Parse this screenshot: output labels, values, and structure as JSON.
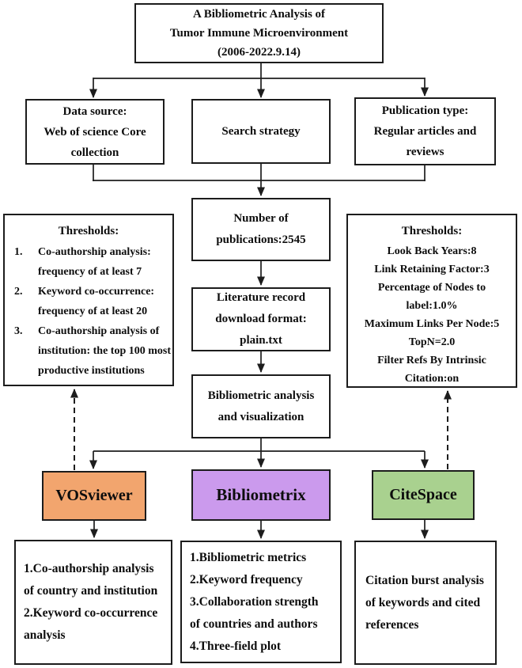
{
  "diagram_type": "flowchart",
  "colors": {
    "vosviewer_fill": "#F2A56E",
    "bibliometrix_fill": "#CB9AED",
    "citespace_fill": "#A9D18F",
    "line": "#1d1d1d",
    "box_border": "#1c1c1c",
    "text": "#0d0d0d"
  },
  "title": {
    "lines": [
      "A Bibliometric Analysis of",
      "Tumor Immune Microenvironment",
      "(2006-2022.9.14)"
    ]
  },
  "data_source": {
    "lines": [
      "Data source:",
      "Web of science Core",
      "collection"
    ]
  },
  "search_strategy": {
    "label": "Search strategy"
  },
  "publication_type": {
    "lines": [
      "Publication type:",
      "Regular articles and",
      "reviews"
    ]
  },
  "publications": {
    "lines": [
      "Number of",
      "publications:2545"
    ]
  },
  "thresholds_left": {
    "heading": "Thresholds:",
    "rows": [
      {
        "num": "1.",
        "text": "Co-authorship analysis:"
      },
      {
        "num": "",
        "text": "frequency of at least 7"
      },
      {
        "num": "2.",
        "text": "Keyword co-occurrence:"
      },
      {
        "num": "",
        "text": "frequency of at least 20"
      },
      {
        "num": "3.",
        "text": "Co-authorship analysis of"
      },
      {
        "num": "",
        "text": "institution: the top 100 most"
      },
      {
        "num": "",
        "text": "productive institutions"
      }
    ]
  },
  "thresholds_right": {
    "heading": "Thresholds:",
    "lines": [
      "Look Back Years:8",
      "Link Retaining Factor:3",
      "Percentage of Nodes to",
      "label:1.0%",
      "Maximum Links Per Node:5",
      "TopN=2.0",
      "Filter Refs By Intrinsic",
      "Citation:on"
    ]
  },
  "literature_record": {
    "lines": [
      "Literature record",
      "download format:",
      "plain.txt"
    ]
  },
  "analysis": {
    "lines": [
      "Bibliometric analysis",
      "and visualization"
    ]
  },
  "tools": {
    "vosviewer": "VOSviewer",
    "bibliometrix": "Bibliometrix",
    "citespace": "CiteSpace"
  },
  "outputs": {
    "vosviewer": {
      "lines": [
        "1.Co-authorship analysis",
        "of country and institution",
        "2.Keyword co-occurrence",
        "analysis"
      ]
    },
    "bibliometrix": {
      "lines": [
        "1.Bibliometric metrics",
        "2.Keyword frequency",
        "3.Collaboration strength",
        "of countries and authors",
        "4.Three-field plot"
      ]
    },
    "citespace": {
      "lines": [
        "Citation burst analysis",
        "of keywords and cited",
        "references"
      ]
    }
  }
}
